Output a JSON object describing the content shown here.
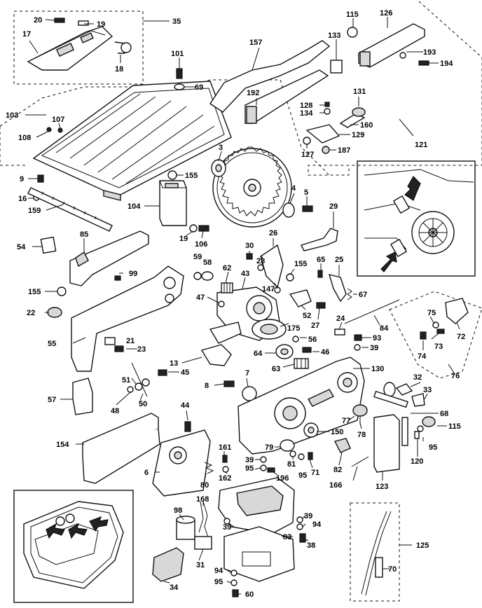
{
  "labels": {
    "n1": "20",
    "n2": "19",
    "n3": "35",
    "n4": "17",
    "n5": "18",
    "n6": "101",
    "n7": "69",
    "n8": "157",
    "n9": "115",
    "n10": "126",
    "n11": "133",
    "n12": "193",
    "n13": "194",
    "n14": "192",
    "n15": "131",
    "n16": "128",
    "n17": "134",
    "n18": "160",
    "n19": "129",
    "n20": "121",
    "n21": "127",
    "n22": "187",
    "n23": "103",
    "n24": "107",
    "n25": "108",
    "n26": "3",
    "n27": "9",
    "n28": "155",
    "n29": "16",
    "n30": "159",
    "n31": "104",
    "n32": "4",
    "n33": "5",
    "n34": "29",
    "n35": "85",
    "n36": "19",
    "n37": "106",
    "n38": "26",
    "n39": "54",
    "n40": "59",
    "n41": "58",
    "n42": "30",
    "n43": "28",
    "n44": "155",
    "n45": "65",
    "n46": "25",
    "n47": "99",
    "n48": "62",
    "n49": "43",
    "n50": "147",
    "n51": "155",
    "n52": "47",
    "n53": "67",
    "n54": "52",
    "n55": "22",
    "n56": "27",
    "n57": "84",
    "n58": "75",
    "n59": "175",
    "n60": "24",
    "n61": "93",
    "n62": "72",
    "n63": "55",
    "n64": "21",
    "n65": "56",
    "n66": "39",
    "n67": "73",
    "n68": "23",
    "n69": "64",
    "n70": "46",
    "n71": "74",
    "n72": "13",
    "n73": "63",
    "n74": "130",
    "n75": "76",
    "n76": "51",
    "n77": "45",
    "n78": "7",
    "n79": "8",
    "n80": "32",
    "n81": "50",
    "n82": "33",
    "n83": "57",
    "n84": "48",
    "n85": "68",
    "n86": "44",
    "n87": "77",
    "n88": "115",
    "n89": "78",
    "n90": "150",
    "n91": "95",
    "n92": "154",
    "n93": "161",
    "n94": "79",
    "n95": "120",
    "n96": "81",
    "n97": "6",
    "n98": "39",
    "n99": "95",
    "n100": "80",
    "n101": "162",
    "n102": "196",
    "n103": "95",
    "n104": "71",
    "n105": "82",
    "n106": "123",
    "n107": "166",
    "n108": "168",
    "n109": "98",
    "n110": "39",
    "n111": "39",
    "n112": "94",
    "n113": "83",
    "n114": "38",
    "n115": "125",
    "n116": "31",
    "n117": "94",
    "n118": "70",
    "n119": "34",
    "n120": "95",
    "n121": "60"
  }
}
